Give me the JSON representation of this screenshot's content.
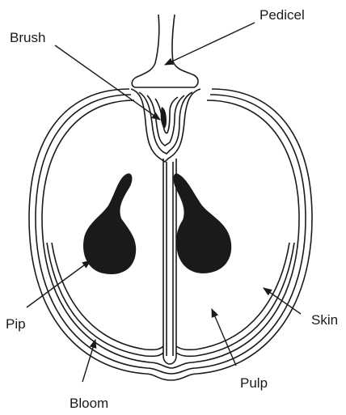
{
  "diagram": {
    "labels": {
      "pedicel": "Pedicel",
      "brush": "Brush",
      "pip": "Pip",
      "skin": "Skin",
      "pulp": "Pulp",
      "bloom": "Bloom"
    },
    "colors": {
      "ink": "#1a1a1a",
      "background": "#ffffff"
    }
  }
}
